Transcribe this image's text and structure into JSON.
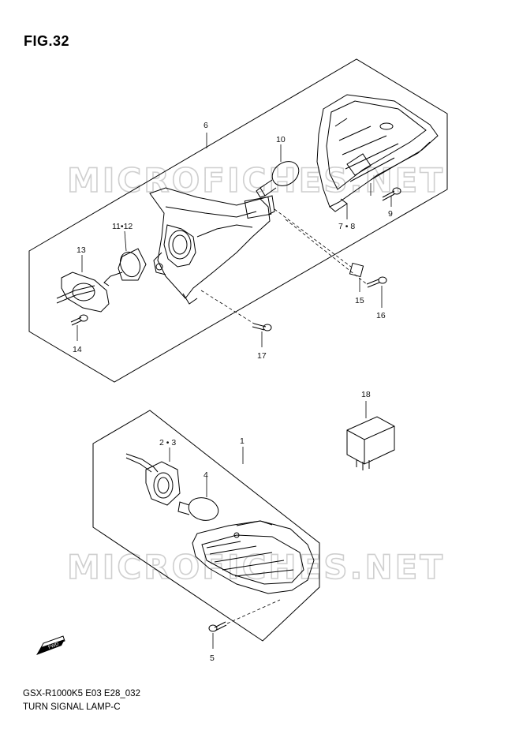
{
  "figure": {
    "title": "FIG.32",
    "model_code": "GSX-R1000K5 E03 E28_032",
    "section_name": "TURN SIGNAL LAMP-C",
    "watermark": "MICROFICHES.NET"
  },
  "callouts": {
    "c1": "1",
    "c2_3": "2 • 3",
    "c4": "4",
    "c5": "5",
    "c6": "6",
    "c7_8": "7 • 8",
    "c9": "9",
    "c10": "10",
    "c11_12": "11•12",
    "c13": "13",
    "c14": "14",
    "c15": "15",
    "c16": "16",
    "c17": "17",
    "c18": "18"
  },
  "icons": {
    "forward_arrow": "fwd-arrow-icon",
    "forward_text": "FWD"
  },
  "colors": {
    "line": "#000000",
    "watermark": "#cfcfcf",
    "background": "#ffffff"
  }
}
